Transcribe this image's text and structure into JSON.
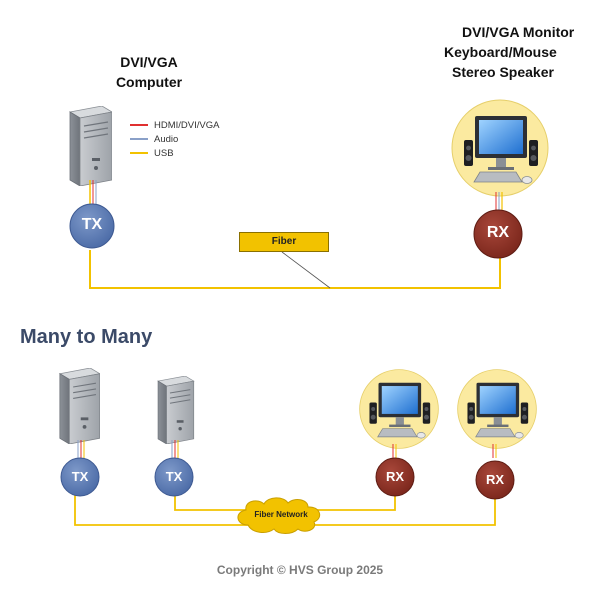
{
  "top": {
    "computer_label_line1": "DVI/VGA",
    "computer_label_line2": "Computer",
    "display_label_line1": "DVI/VGA Monitor",
    "display_label_line2": "Keyboard/Mouse",
    "display_label_line3": "Stereo Speaker",
    "legend": [
      {
        "label": "HDMI/DVI/VGA",
        "color": "#e03030"
      },
      {
        "label": "Audio",
        "color": "#8aa0c8"
      },
      {
        "label": "USB",
        "color": "#f2c200"
      }
    ],
    "tx_label": "TX",
    "rx_label": "RX",
    "fiber_label": "Fiber"
  },
  "section_heading": "Many to Many",
  "bottom": {
    "tx_labels": [
      "TX",
      "TX"
    ],
    "rx_labels": [
      "RX",
      "RX"
    ],
    "network_label": "Fiber Network"
  },
  "copyright": "Copyright © HVS Group 2025",
  "colors": {
    "tx_node": "#5b7bb5",
    "rx_node": "#8b2e22",
    "fiber": "#f2c200",
    "monitor_circle": "#fbeaa0",
    "heading": "#3b4a68"
  }
}
